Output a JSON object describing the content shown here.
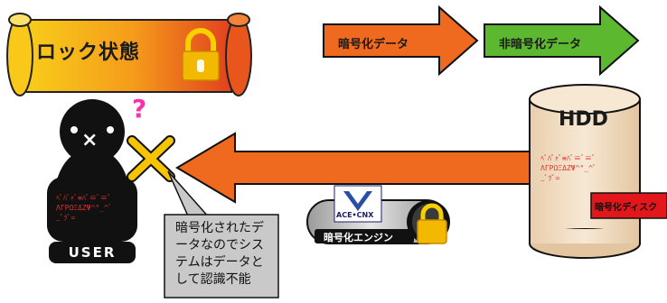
{
  "banner": {
    "title": "ロック状態"
  },
  "arrows": {
    "encrypted": "暗号化データ",
    "unencrypted": "非暗号化データ"
  },
  "user": {
    "label": "USER",
    "question_mark": "?"
  },
  "callout": {
    "text": "暗号化されたデ\nータなのでシス\nテムはデータと\nして認識不能"
  },
  "hdd": {
    "title": "HDD",
    "disk_label": "暗号化ディスク"
  },
  "engine": {
    "logo_text": "ACE•CNX",
    "label": "暗号化エンジン"
  },
  "colors": {
    "orange_arrow": "#ef6a1f",
    "green_arrow": "#5cb82e",
    "banner_fill": "#f7a81b",
    "banner_red": "#e0401c",
    "lock_gold": "#f3b800",
    "hdd_fill": "#f1ddc3"
  }
}
